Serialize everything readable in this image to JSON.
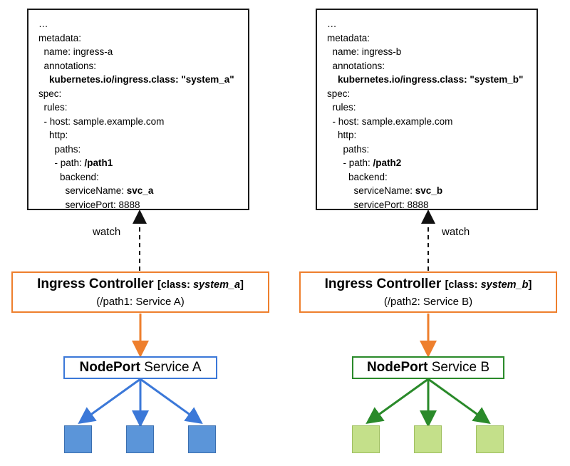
{
  "columns": [
    {
      "id": "a",
      "yaml": {
        "line_0": "…",
        "line_1": "metadata:",
        "line_2_key": "  name: ",
        "line_2_val": "ingress-a",
        "line_3": "  annotations:",
        "line_4": "    kubernetes.io/ingress.class: \"system_a\"",
        "line_5": "spec:",
        "line_6": "  rules:",
        "line_7": "  - host: sample.example.com",
        "line_8": "    http:",
        "line_9": "      paths:",
        "line_10_key": "      - path: ",
        "line_10_val": "/path1",
        "line_11": "        backend:",
        "line_12_key": "          serviceName: ",
        "line_12_val": "svc_a",
        "line_13": "          servicePort: 8888"
      },
      "watch_label": "watch",
      "controller": {
        "title": "Ingress Controller",
        "class_prefix": "[class: ",
        "class_name": "system_a",
        "class_suffix": "]",
        "route": "(/path1: Service A)"
      },
      "service": {
        "type": "NodePort",
        "name": "Service A"
      },
      "accent_color": "#3b78d8",
      "pod_color": "#5b95d9",
      "pods": 3
    },
    {
      "id": "b",
      "yaml": {
        "line_0": "…",
        "line_1": "metadata:",
        "line_2_key": "  name: ",
        "line_2_val": "ingress-b",
        "line_3": "  annotations:",
        "line_4": "    kubernetes.io/ingress.class: \"system_b\"",
        "line_5": "spec:",
        "line_6": "  rules:",
        "line_7": "  - host: sample.example.com",
        "line_8": "    http:",
        "line_9": "      paths:",
        "line_10_key": "      - path: ",
        "line_10_val": "/path2",
        "line_11": "        backend:",
        "line_12_key": "          serviceName: ",
        "line_12_val": "svc_b",
        "line_13": "          servicePort: 8888"
      },
      "watch_label": "watch",
      "controller": {
        "title": "Ingress Controller",
        "class_prefix": "[class: ",
        "class_name": "system_b",
        "class_suffix": "]",
        "route": "(/path2: Service B)"
      },
      "service": {
        "type": "NodePort",
        "name": "Service B"
      },
      "accent_color": "#2a8a2a",
      "pod_color": "#c4e08a",
      "pods": 3
    }
  ],
  "controller_border_color": "#ee7f2d"
}
